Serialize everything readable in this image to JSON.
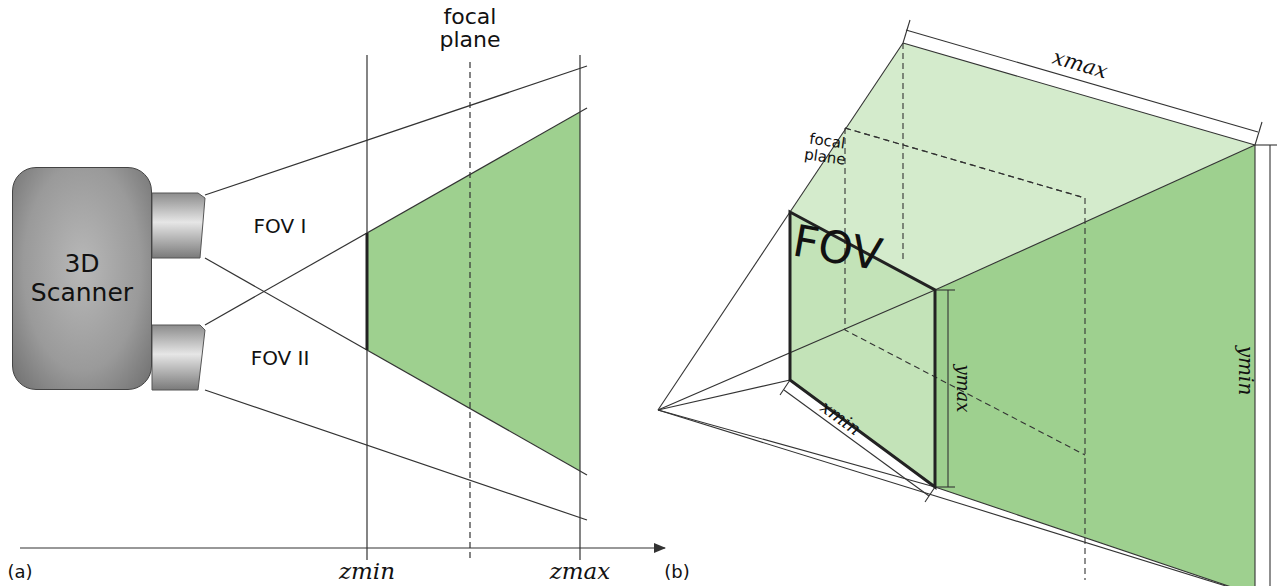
{
  "diagram": {
    "nodes": [
      {
        "text": [
          "3D Scanner"
        ]
      }
    ],
    "labels": [
      "focal plane",
      "FOV I",
      "FOV II",
      "zmin",
      "zmax",
      "(a)",
      "(b)",
      "xmax",
      "focal plane",
      "FOV",
      "ymax",
      "xmin",
      "ymin"
    ]
  }
}
